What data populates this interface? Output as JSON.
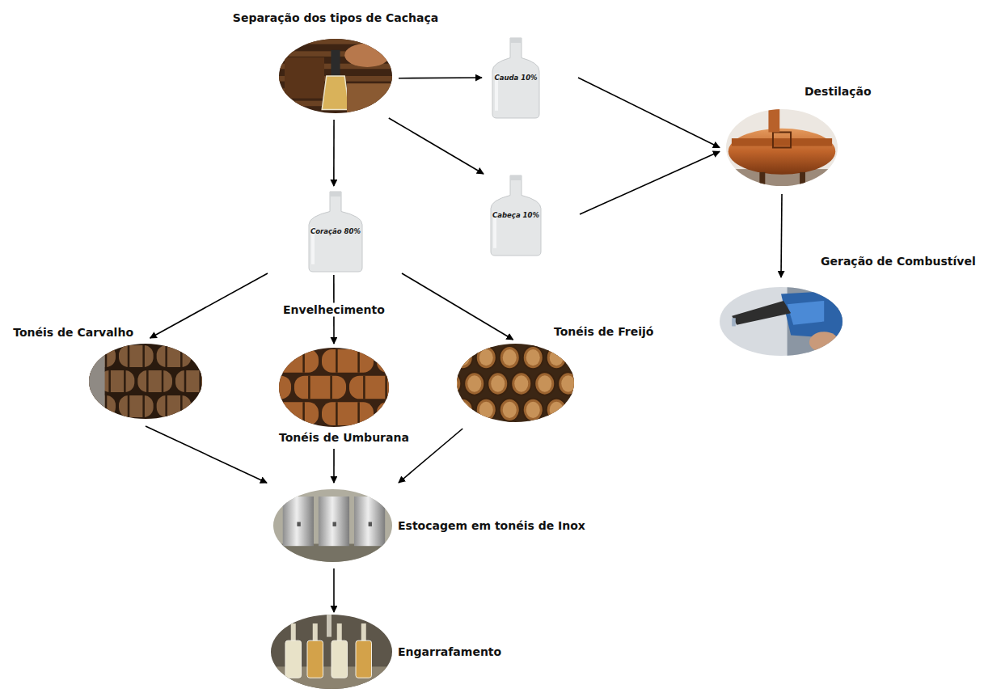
{
  "diagram": {
    "nodes": [
      {
        "text": [
          "Separação dos tipos de Cachaça"
        ]
      },
      {
        "text": [
          "Cauda 10%"
        ]
      },
      {
        "text": [
          "Cabeça 10%"
        ]
      },
      {
        "text": [
          "Coração 80%"
        ]
      },
      {
        "text": [
          "Destilação"
        ]
      },
      {
        "text": [
          "Geração de Combustível"
        ]
      },
      {
        "text": [
          "Tonéis de Carvalho"
        ]
      },
      {
        "text": [
          "Tonéis de Umburana"
        ]
      },
      {
        "text": [
          "Tonéis de Freijó"
        ]
      },
      {
        "text": [
          "Estocagem em tonéis de Inox"
        ]
      },
      {
        "text": [
          "Engarrafamento"
        ]
      }
    ],
    "edges": [
      {
        "from": 0,
        "to": 1,
        "arrow": "to"
      },
      {
        "from": 0,
        "to": 2,
        "arrow": "to"
      },
      {
        "from": 0,
        "to": 3,
        "arrow": "to"
      },
      {
        "from": 1,
        "to": 4,
        "arrow": "to"
      },
      {
        "from": 2,
        "to": 4,
        "arrow": "to"
      },
      {
        "from": 4,
        "to": 5,
        "arrow": "to"
      },
      {
        "from": 3,
        "to": 6,
        "arrow": "to"
      },
      {
        "from": 3,
        "to": 7,
        "label": "Envelhecimento",
        "arrow": "to"
      },
      {
        "from": 3,
        "to": 8,
        "arrow": "to"
      },
      {
        "from": 6,
        "to": 9,
        "arrow": "to"
      },
      {
        "from": 7,
        "to": 9,
        "arrow": "to"
      },
      {
        "from": 8,
        "to": 9,
        "arrow": "to"
      },
      {
        "from": 9,
        "to": 10,
        "arrow": "to"
      }
    ]
  }
}
